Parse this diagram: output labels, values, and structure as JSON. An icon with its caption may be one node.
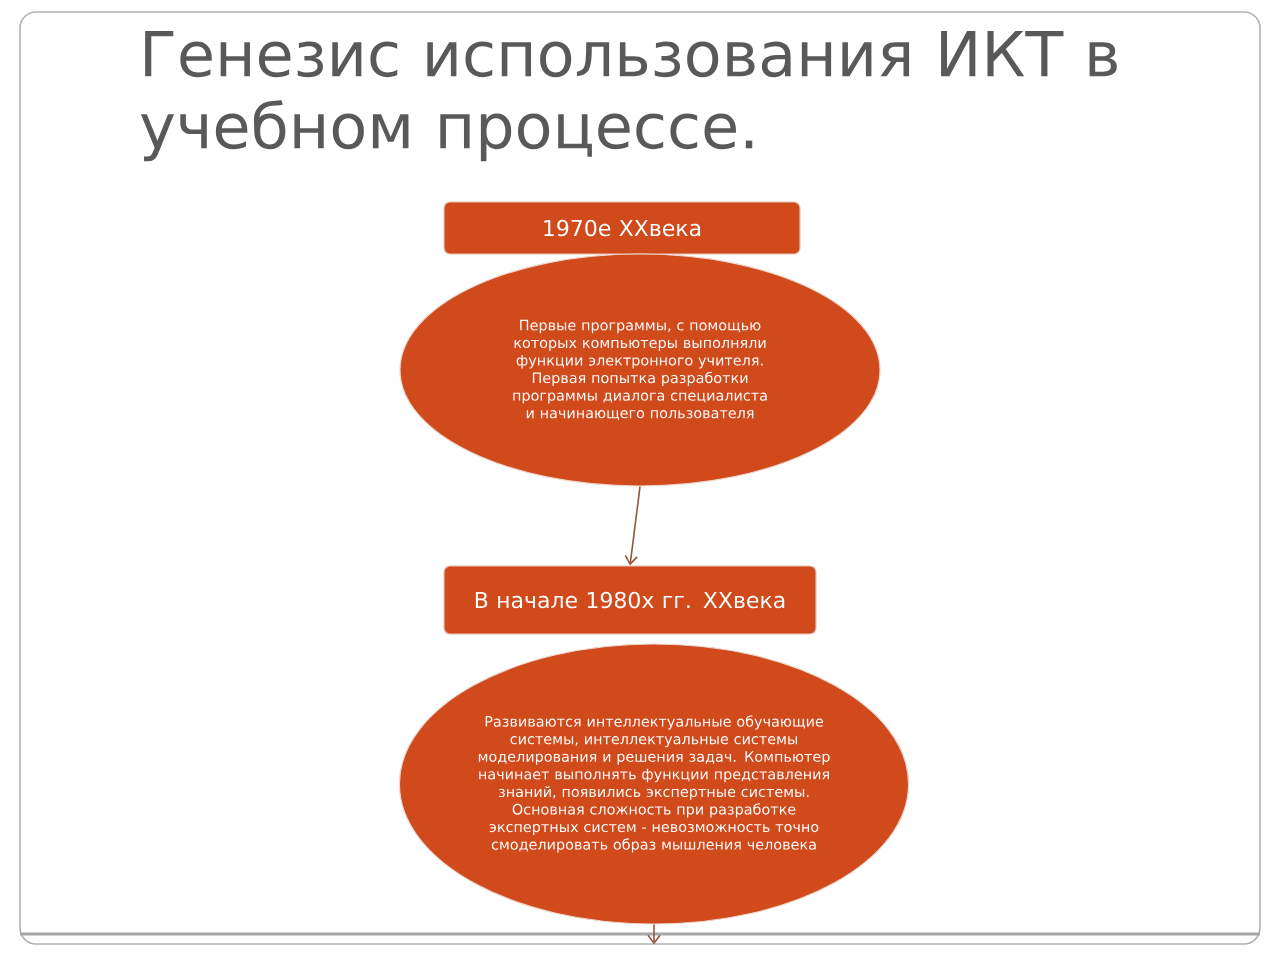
{
  "diagram": {
    "title": "Генезис использования ИКТ в учебном процессе.",
    "nodes": [
      {
        "text": [
          "1970е XXвека"
        ]
      },
      {
        "text": [
          "Первые программы, с помощью которых компьютеры выполняли функции электронного учителя. Первая попытка разработки программы диалога специалиста и начинающего пользователя"
        ]
      },
      {
        "text": [
          "В начале 1980х гг. XXвека"
        ]
      },
      {
        "text": [
          "Развиваются интеллектуальные обучающие системы, интеллектуальные системы моделирования и решения задач. Компьютер начинает выполнять функции представления знаний, появились экспертные системы. Основная сложность при разработке экспертных систем - невозможность точно смоделировать образ мышления человека"
        ]
      }
    ],
    "edges": [
      {
        "from": 1,
        "to": 2,
        "arrow": "to"
      },
      {
        "from": 3,
        "to": null,
        "arrow": "to"
      }
    ]
  }
}
